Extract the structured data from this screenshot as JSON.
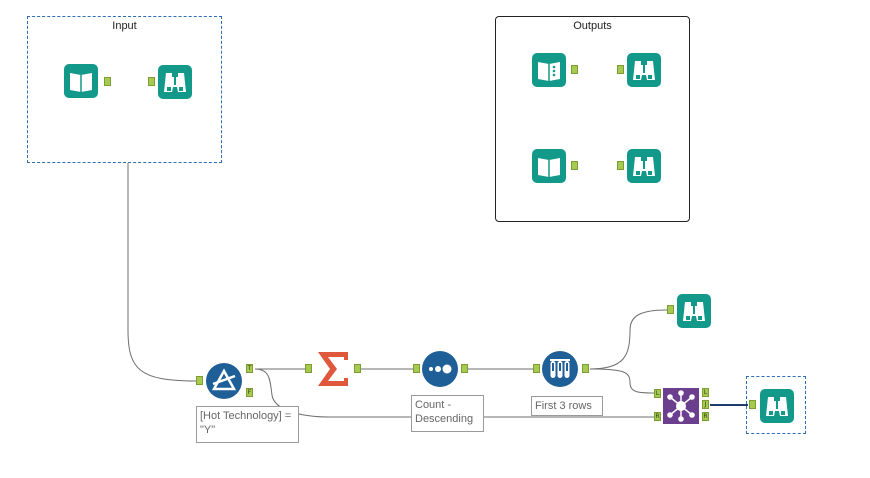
{
  "containers": {
    "input": {
      "title": "Input"
    },
    "outputs": {
      "title": "Outputs"
    }
  },
  "tools": [
    {
      "id": "input-data",
      "kind": "input-book",
      "color": "#12998a"
    },
    {
      "id": "browse-input",
      "kind": "browse-binoculars",
      "color": "#12998a"
    },
    {
      "id": "output-data-1",
      "kind": "output-book",
      "color": "#12998a"
    },
    {
      "id": "browse-output-1",
      "kind": "browse-binoculars",
      "color": "#12998a"
    },
    {
      "id": "output-data-2",
      "kind": "input-book",
      "color": "#12998a"
    },
    {
      "id": "browse-output-2",
      "kind": "browse-binoculars",
      "color": "#12998a"
    },
    {
      "id": "filter",
      "kind": "filter-triangle",
      "color": "#1f5f98"
    },
    {
      "id": "summarize",
      "kind": "summarize-sigma",
      "color": "#e0583c"
    },
    {
      "id": "sort",
      "kind": "sort-dots",
      "color": "#1f5f98"
    },
    {
      "id": "sample",
      "kind": "sample-tubes",
      "color": "#1f5f98"
    },
    {
      "id": "browse-sample",
      "kind": "browse-binoculars",
      "color": "#12998a"
    },
    {
      "id": "join",
      "kind": "join-network",
      "color": "#6b3e8e"
    },
    {
      "id": "browse-join",
      "kind": "browse-binoculars",
      "color": "#12998a"
    }
  ],
  "anchors": {
    "filter_true": "T",
    "filter_false": "F",
    "join_left_in": "L",
    "join_right_in": "R",
    "join_left_out": "L",
    "join_join_out": "J",
    "join_right_out": "R"
  },
  "annotations": {
    "filter": "[Hot Technology] = \"Y\"",
    "sort": "Count - Descending",
    "sample": "First 3 rows"
  },
  "colors": {
    "teal": "#12998a",
    "blue": "#1f5f98",
    "orange": "#e0583c",
    "purple": "#6b3e8e",
    "anchor": "#a6c94f",
    "connection": "#6f6f6f",
    "selected_connection": "#1f3c6e"
  }
}
